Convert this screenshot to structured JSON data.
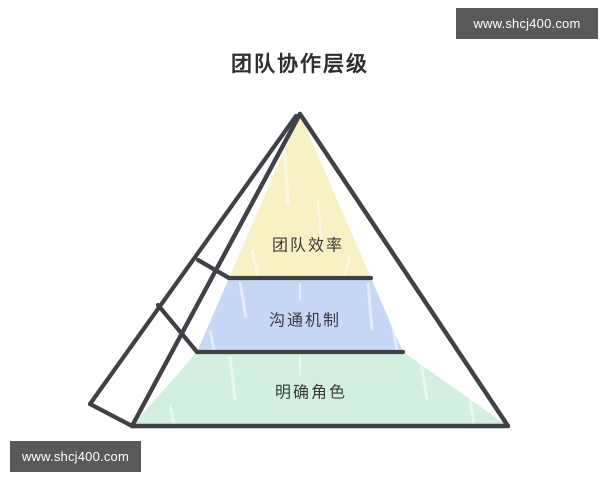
{
  "page": {
    "background_color": "#ffffff",
    "title": "团队协作层级"
  },
  "watermarks": {
    "top_right": "www.shcj400.com",
    "bottom_left": "www.shcj400.com",
    "badge_color": "#595959",
    "text_color": "#ffffff"
  },
  "chart_data": {
    "type": "pyramid",
    "title": "团队协作层级",
    "subtitle": "",
    "xlabel": "",
    "ylabel": "",
    "legend_position": "none",
    "grid": false,
    "style": "hand-drawn sketch pyramid with offset outline",
    "orientation": "apex-up",
    "level_count": 3,
    "outline_color": "#3f4147",
    "levels": [
      {
        "rank": 1,
        "position": "top",
        "label": "团队效率",
        "fill": "#f7f1c4",
        "text_color": "#3a3a3a"
      },
      {
        "rank": 2,
        "position": "middle",
        "label": "沟通机制",
        "fill": "#c7d8f6",
        "text_color": "#3a3a3a"
      },
      {
        "rank": 3,
        "position": "bottom",
        "label": "明确角色",
        "fill": "#d2f0df",
        "text_color": "#3a3a3a"
      }
    ],
    "categories": [
      "团队效率",
      "沟通机制",
      "明确角色"
    ],
    "values": [
      1,
      2,
      3
    ]
  }
}
